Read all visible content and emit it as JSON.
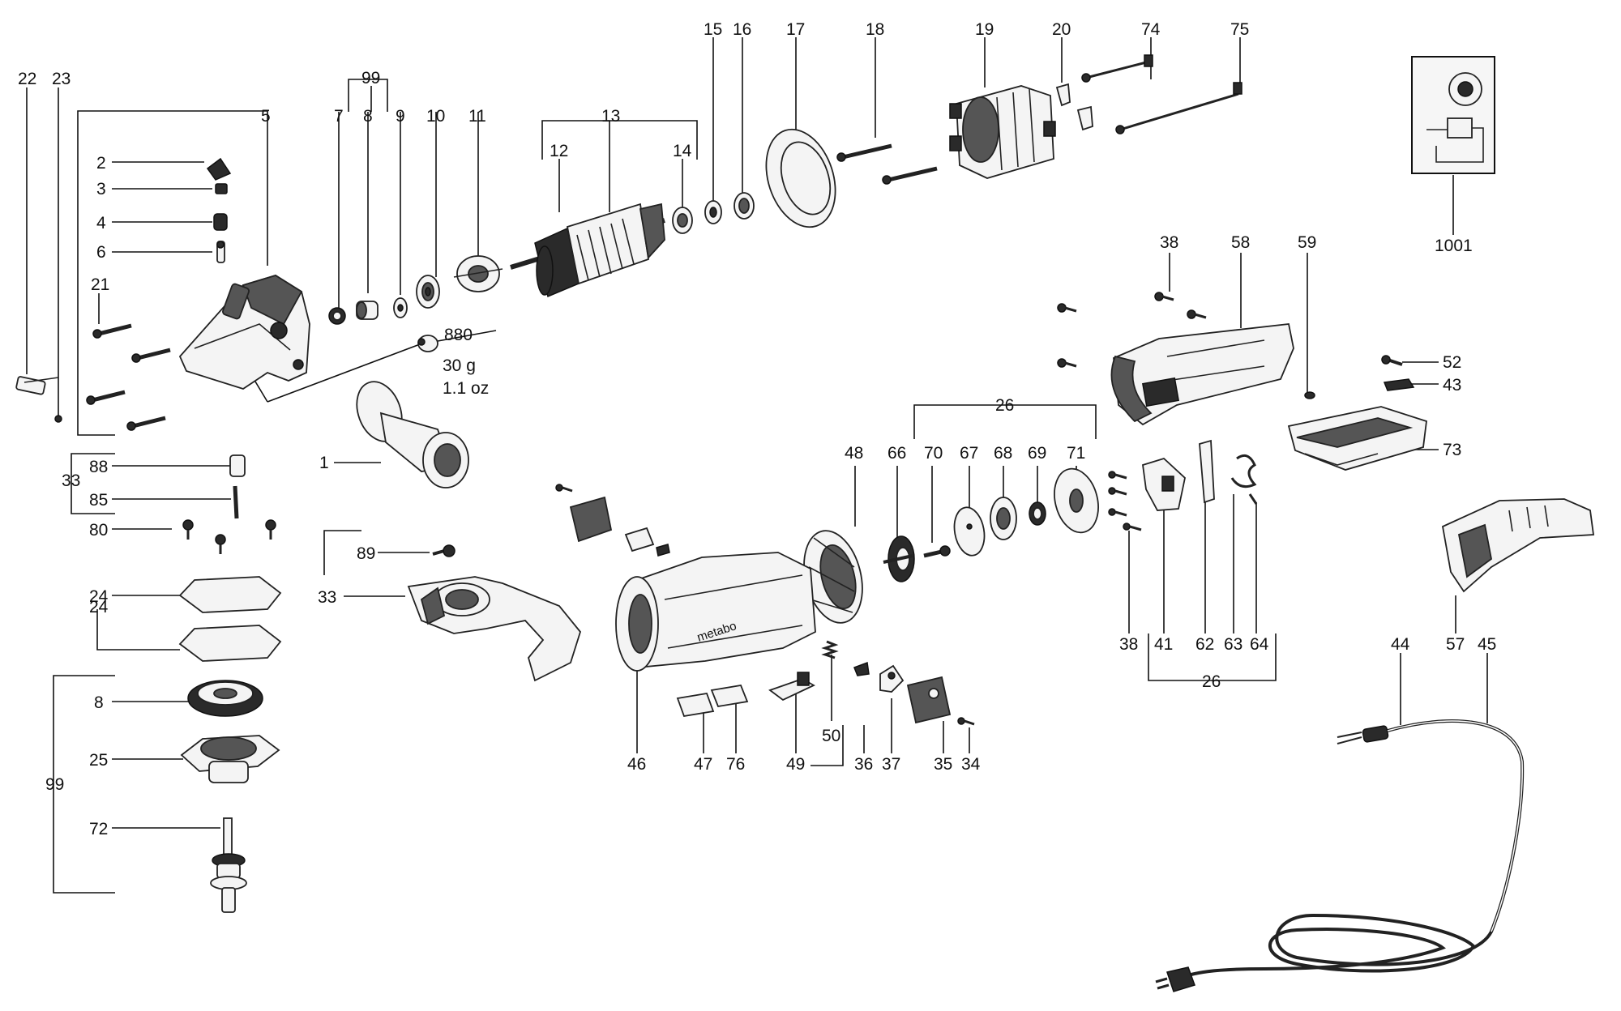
{
  "labels": {
    "l1": "1",
    "l2": "2",
    "l3": "3",
    "l4": "4",
    "l5": "5",
    "l6": "6",
    "l7": "7",
    "l8a": "8",
    "l8b": "8",
    "l9": "9",
    "l10": "10",
    "l11": "11",
    "l12": "12",
    "l13": "13",
    "l14": "14",
    "l15": "15",
    "l16": "16",
    "l17": "17",
    "l18": "18",
    "l19": "19",
    "l20": "20",
    "l21": "21",
    "l22": "22",
    "l23": "23",
    "l24a": "24",
    "l24b": "24",
    "l25": "25",
    "l26a": "26",
    "l26b": "26",
    "l33a": "33",
    "l33b": "33",
    "l34": "34",
    "l35": "35",
    "l36": "36",
    "l37": "37",
    "l38a": "38",
    "l38b": "38",
    "l41": "41",
    "l43": "43",
    "l44": "44",
    "l45": "45",
    "l46": "46",
    "l47": "47",
    "l48": "48",
    "l49": "49",
    "l50": "50",
    "l52": "52",
    "l57": "57",
    "l58": "58",
    "l59": "59",
    "l62": "62",
    "l63": "63",
    "l64": "64",
    "l66": "66",
    "l67": "67",
    "l68": "68",
    "l69": "69",
    "l70": "70",
    "l71": "71",
    "l72": "72",
    "l73": "73",
    "l74": "74",
    "l75": "75",
    "l76": "76",
    "l80": "80",
    "l85": "85",
    "l88": "88",
    "l89": "89",
    "l99a": "99",
    "l99b": "99",
    "l880": "880",
    "l1001": "1001"
  },
  "grease_note": {
    "weight_g": "30 g",
    "weight_oz": "1.1 oz"
  },
  "housing_brand": "metabo"
}
